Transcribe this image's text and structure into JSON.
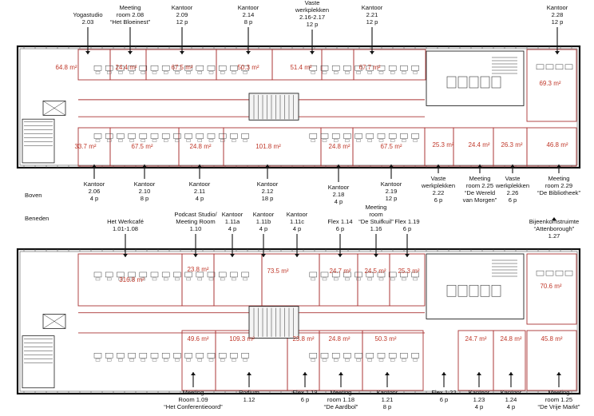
{
  "levels": {
    "upper": "Boven",
    "lower": "Beneden"
  },
  "upper_floor": {
    "top_labels": [
      {
        "lines": [
          "Yogastudio",
          "2.03"
        ]
      },
      {
        "lines": [
          "Meeting",
          "room 2.08",
          "“Het Bloeinest”"
        ]
      },
      {
        "lines": [
          "Kantoor",
          "2.09",
          "12 p"
        ]
      },
      {
        "lines": [
          "Kantoor",
          "2.14",
          "8 p"
        ]
      },
      {
        "lines": [
          "Vaste",
          "werkplekken",
          "2.16-2.17",
          "12 p"
        ]
      },
      {
        "lines": [
          "Kantoor",
          "2.21",
          "12 p"
        ]
      },
      {
        "lines": [
          "Kantoor",
          "2.28",
          "12 p"
        ]
      }
    ],
    "bottom_labels": [
      {
        "lines": [
          "Kantoor",
          "2.06",
          "4 p"
        ]
      },
      {
        "lines": [
          "Kantoor",
          "2.10",
          "8 p"
        ]
      },
      {
        "lines": [
          "Kantoor",
          "2.11",
          "4 p"
        ]
      },
      {
        "lines": [
          "Kantoor",
          "2.12",
          "18 p"
        ]
      },
      {
        "lines": [
          "Kantoor",
          "2.18",
          "4 p"
        ]
      },
      {
        "lines": [
          "Kantoor",
          "2.19",
          "12 p"
        ]
      },
      {
        "lines": [
          "Vaste",
          "werkplekken",
          "2.22",
          "6 p"
        ]
      },
      {
        "lines": [
          "Meeting",
          "room 2.25",
          "“De Wereld",
          "van Morgen”"
        ]
      },
      {
        "lines": [
          "Vaste",
          "werkplekken",
          "2.26",
          "6 p"
        ]
      },
      {
        "lines": [
          "Meeting",
          "room 2.29",
          "“De Bibliotheek”"
        ]
      },
      {
        "lines": [
          "Bijeenkomstruimte",
          "“Attenborough”",
          "1.27"
        ]
      }
    ],
    "areas": [
      "64.8 m²",
      "24.4 m²",
      "67.5 m²",
      "50.3 m²",
      "51.4 m²",
      "67.7 m²",
      "69.3 m²",
      "33.7 m²",
      "67.5 m²",
      "24.8 m²",
      "101.8 m²",
      "24.8 m²",
      "67.5 m²",
      "25.3 m²",
      "24.4 m²",
      "26.3 m²",
      "46.8 m²"
    ]
  },
  "lower_floor": {
    "top_labels": [
      {
        "lines": [
          "Het Werkcafé",
          "1.01-1.08"
        ]
      },
      {
        "lines": [
          "Podcast Studio/",
          "Meeting Room",
          "1.10"
        ]
      },
      {
        "lines": [
          "Kantoor",
          "1.11a",
          "4 p"
        ]
      },
      {
        "lines": [
          "Kantoor",
          "1.11b",
          "4 p"
        ]
      },
      {
        "lines": [
          "Kantoor",
          "1.11c",
          "4 p"
        ]
      },
      {
        "lines": [
          "Flex 1.14",
          "6 p"
        ]
      },
      {
        "lines": [
          "Meeting",
          "room",
          "“De Stuifkuil”",
          "1.16"
        ]
      },
      {
        "lines": [
          "Flex 1.19",
          "6 p"
        ]
      }
    ],
    "bottom_labels": [
      {
        "lines": [
          "Meeting",
          "Room 1.09",
          "“Het Conferentieoord”"
        ]
      },
      {
        "lines": [
          "Podium",
          "1.12"
        ]
      },
      {
        "lines": [
          "Flex 1.13",
          "6 p"
        ]
      },
      {
        "lines": [
          "Meeting",
          "room 1.18",
          "“De Aardbol”"
        ]
      },
      {
        "lines": [
          "Kantoor",
          "1.21",
          "8 p"
        ]
      },
      {
        "lines": [
          "Flex 1.22",
          "6 p"
        ]
      },
      {
        "lines": [
          "Kantoor",
          "1.23",
          "4 p"
        ]
      },
      {
        "lines": [
          "Kantoor",
          "1.24",
          "4 p"
        ]
      },
      {
        "lines": [
          "Meeting",
          "room 1.25",
          "“De Vrije Markt”"
        ]
      }
    ],
    "areas": [
      "316.8 m²",
      "23.8 m²",
      "73.5 m²",
      "24.7 m²",
      "24.5 m²",
      "25.3 m²",
      "70.6 m²",
      "49.6 m²",
      "109.3 m²",
      "23.8 m²",
      "24.8 m²",
      "50.3 m²",
      "24.7 m²",
      "24.8 m²",
      "45.8 m²"
    ]
  }
}
